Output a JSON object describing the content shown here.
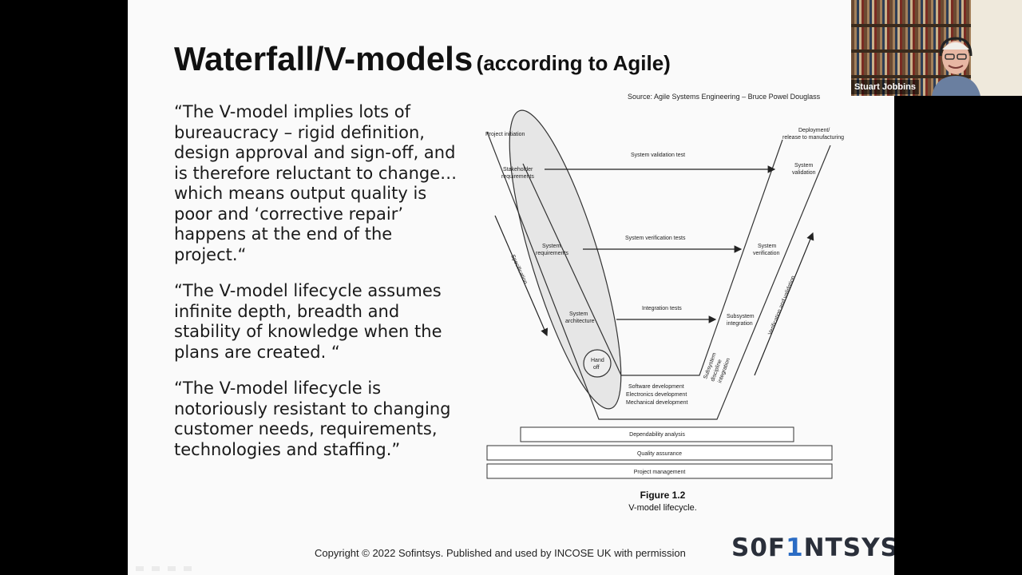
{
  "slide": {
    "title_main": "Waterfall/V-models",
    "title_sub": "(according to Agile)",
    "source": "Source: Agile Systems Engineering – Bruce Powel Douglass",
    "quotes": [
      "“The V-model implies lots of bureaucracy – rigid definition, design approval and sign-off, and is therefore reluctant to change… which means output quality is poor and ‘corrective repair’ happens at the end of the project.“",
      "“The V-model lifecycle assumes infinite depth, breadth and stability of knowledge when the plans are created. “",
      "“The V-model lifecycle is notoriously resistant to changing customer needs, requirements, technologies and staffing.”"
    ],
    "copyright": "Copyright © 2022 Sofintsys. Published and used by INCOSE UK with permission",
    "logo_prefix": "S0F",
    "logo_accent": "1",
    "logo_suffix": "NTSYS"
  },
  "diagram": {
    "left_labels": {
      "project_initiation": "Project initiation",
      "stakeholder_req_1": "Stakeholder",
      "stakeholder_req_2": "requirements",
      "system_req_1": "System",
      "system_req_2": "requirements",
      "system_arch_1": "System",
      "system_arch_2": "architecture",
      "handoff_1": "Hand",
      "handoff_2": "off",
      "specification": "Specification"
    },
    "right_labels": {
      "deployment_1": "Deployment/",
      "deployment_2": "release to manufacturing",
      "system_validation_1": "System",
      "system_validation_2": "validation",
      "system_verification_1": "System",
      "system_verification_2": "verification",
      "subsystem_integration_1": "Subsystem",
      "subsystem_integration_2": "integration",
      "subsystem_discipline_1": "Subsystem",
      "subsystem_discipline_2": "discipline",
      "subsystem_discipline_3": "integration",
      "verification_validation": "Verification and validation"
    },
    "tests": {
      "validation": "System validation test",
      "verification": "System verification tests",
      "integration": "Integration tests"
    },
    "bottom": {
      "software": "Software development",
      "electronics": "Electronics development",
      "mechanical": "Mechanical development"
    },
    "bars": {
      "dependability": "Dependability analysis",
      "quality": "Quality assurance",
      "project": "Project management"
    },
    "figure_title": "Figure 1.2",
    "figure_caption": "V-model lifecycle."
  },
  "video": {
    "participant_name": "Stuart Jobbins"
  },
  "icons": [
    "annotation-toolbar-icons"
  ]
}
